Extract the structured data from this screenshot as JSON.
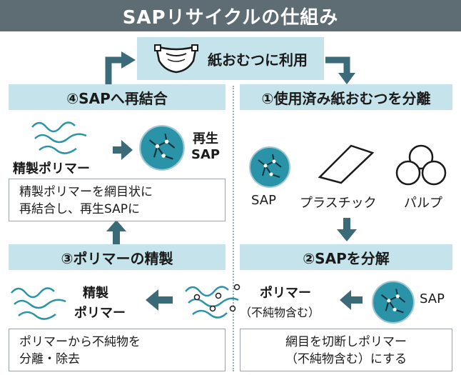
{
  "title": "SAPリサイクルの仕組み",
  "top_step": {
    "label": "紙おむつに利用",
    "icon": "diaper-icon"
  },
  "steps": [
    {
      "header": "①使用済み紙おむつを分離",
      "items": [
        "SAP",
        "プラスチック",
        "パルプ"
      ]
    },
    {
      "header": "②SAPを分解",
      "input_label": "SAP",
      "output_label_1": "ポリマー",
      "output_label_2": "（不純物含む）",
      "note_lines": [
        "網目を切断しポリマー",
        "（不純物含む）にする"
      ]
    },
    {
      "header": "③ポリマーの精製",
      "output_label_1": "精製",
      "output_label_2": "ポリマー",
      "note_lines": [
        "ポリマーから不純物を",
        "分離・除去"
      ]
    },
    {
      "header": "④SAPへ再結合",
      "input_label": "精製ポリマー",
      "output_label_1": "再生",
      "output_label_2": "SAP",
      "note_lines": [
        "精製ポリマーを網目状に",
        "再結合し、再生SAPに"
      ]
    }
  ],
  "colors": {
    "title_bg": "#5e6d74",
    "header_bg": "#c4e3ea",
    "arrow": "#3b6a78",
    "accent": "#2a93a8"
  }
}
